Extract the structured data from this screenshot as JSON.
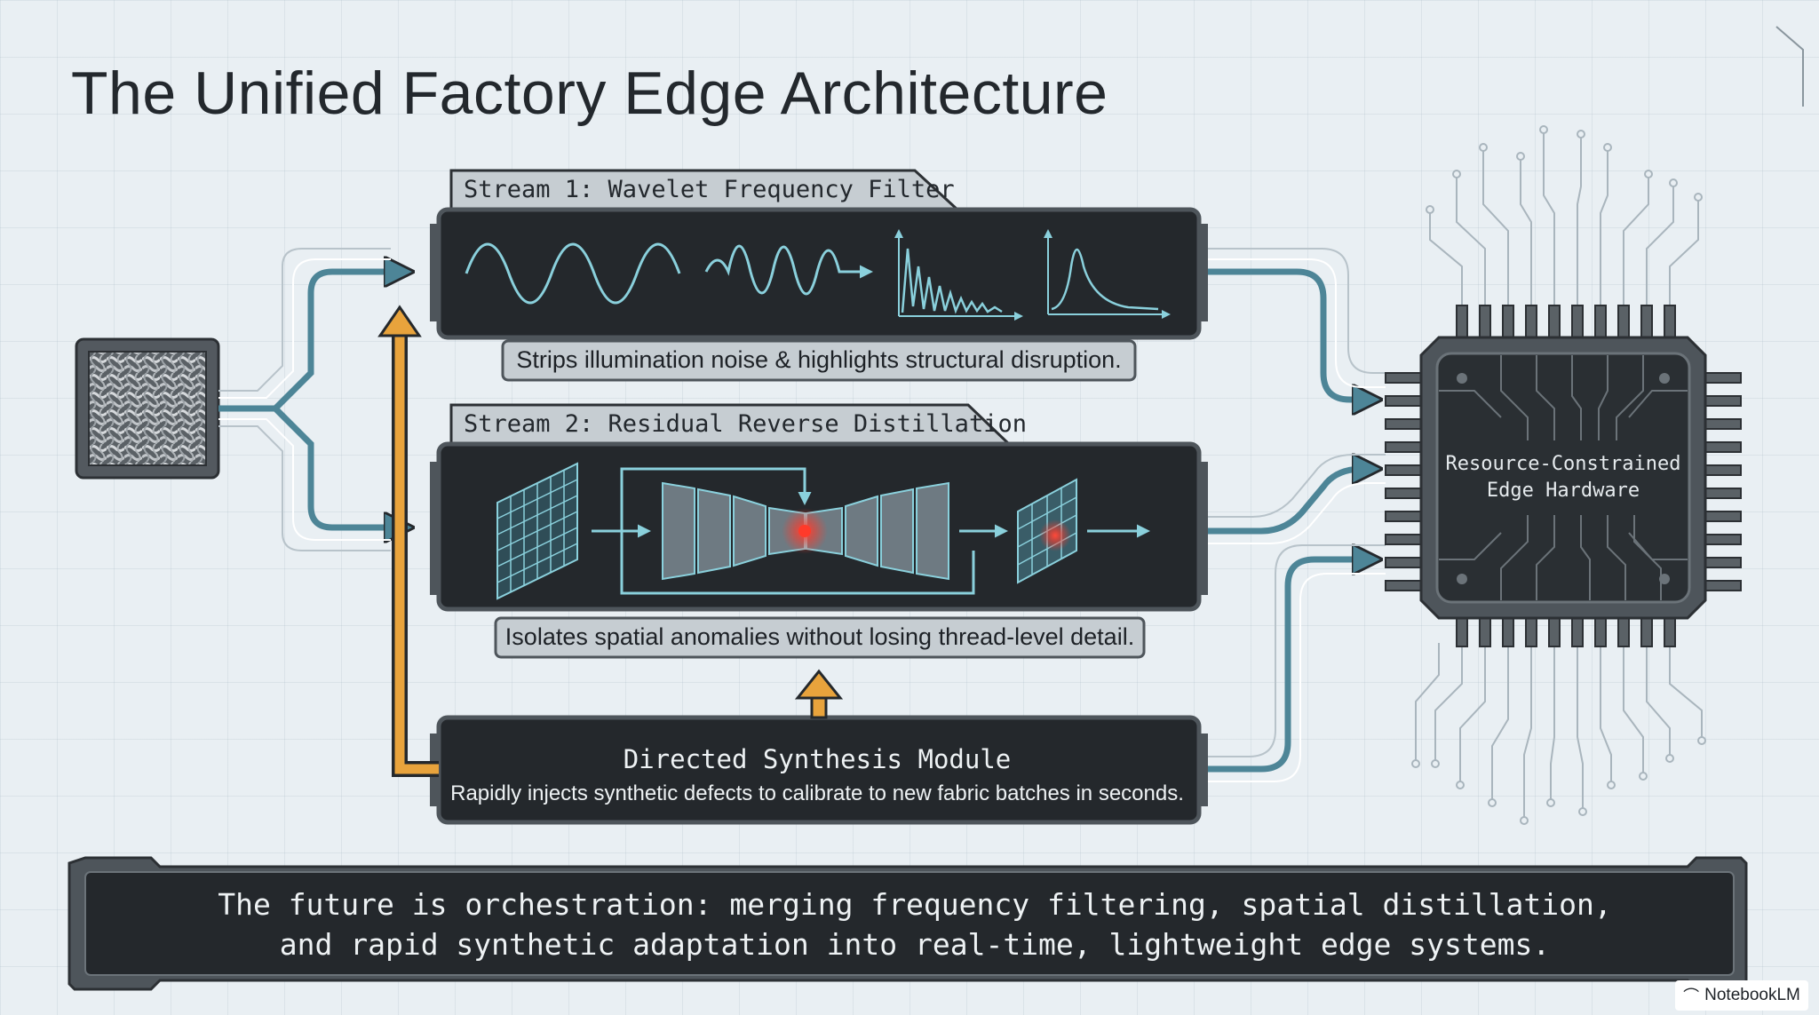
{
  "title": "The Unified Factory Edge Architecture",
  "stream1": {
    "label": "Stream 1: Wavelet Frequency Filter",
    "caption": "Strips illumination noise & highlights structural disruption."
  },
  "stream2": {
    "label": "Stream 2: Residual Reverse Distillation",
    "caption": "Isolates spatial anomalies without losing thread-level detail."
  },
  "synthesis": {
    "title": "Directed Synthesis Module",
    "description": "Rapidly injects synthetic defects to calibrate to new fabric batches in seconds."
  },
  "hardware": {
    "line1": "Resource-Constrained",
    "line2": "Edge Hardware"
  },
  "footer": {
    "line1": "The future is orchestration: merging frequency filtering, spatial distillation,",
    "line2": "and rapid synthetic adaptation into real-time, lightweight edge systems."
  },
  "brand": "NotebookLM",
  "colors": {
    "panel": "#24282c",
    "wire": "#4d8597",
    "arrow": "#e8a33c",
    "anomaly": "#e8312f",
    "background": "#e9eff3"
  },
  "icons": [
    "fabric-swatch-icon",
    "sine-wave-icon",
    "wavelet-icon",
    "spectrum-plot-icon",
    "peak-plot-icon",
    "feature-grid-icon",
    "encoder-decoder-icon",
    "anomaly-map-icon",
    "chip-icon",
    "notebooklm-logo-icon"
  ]
}
